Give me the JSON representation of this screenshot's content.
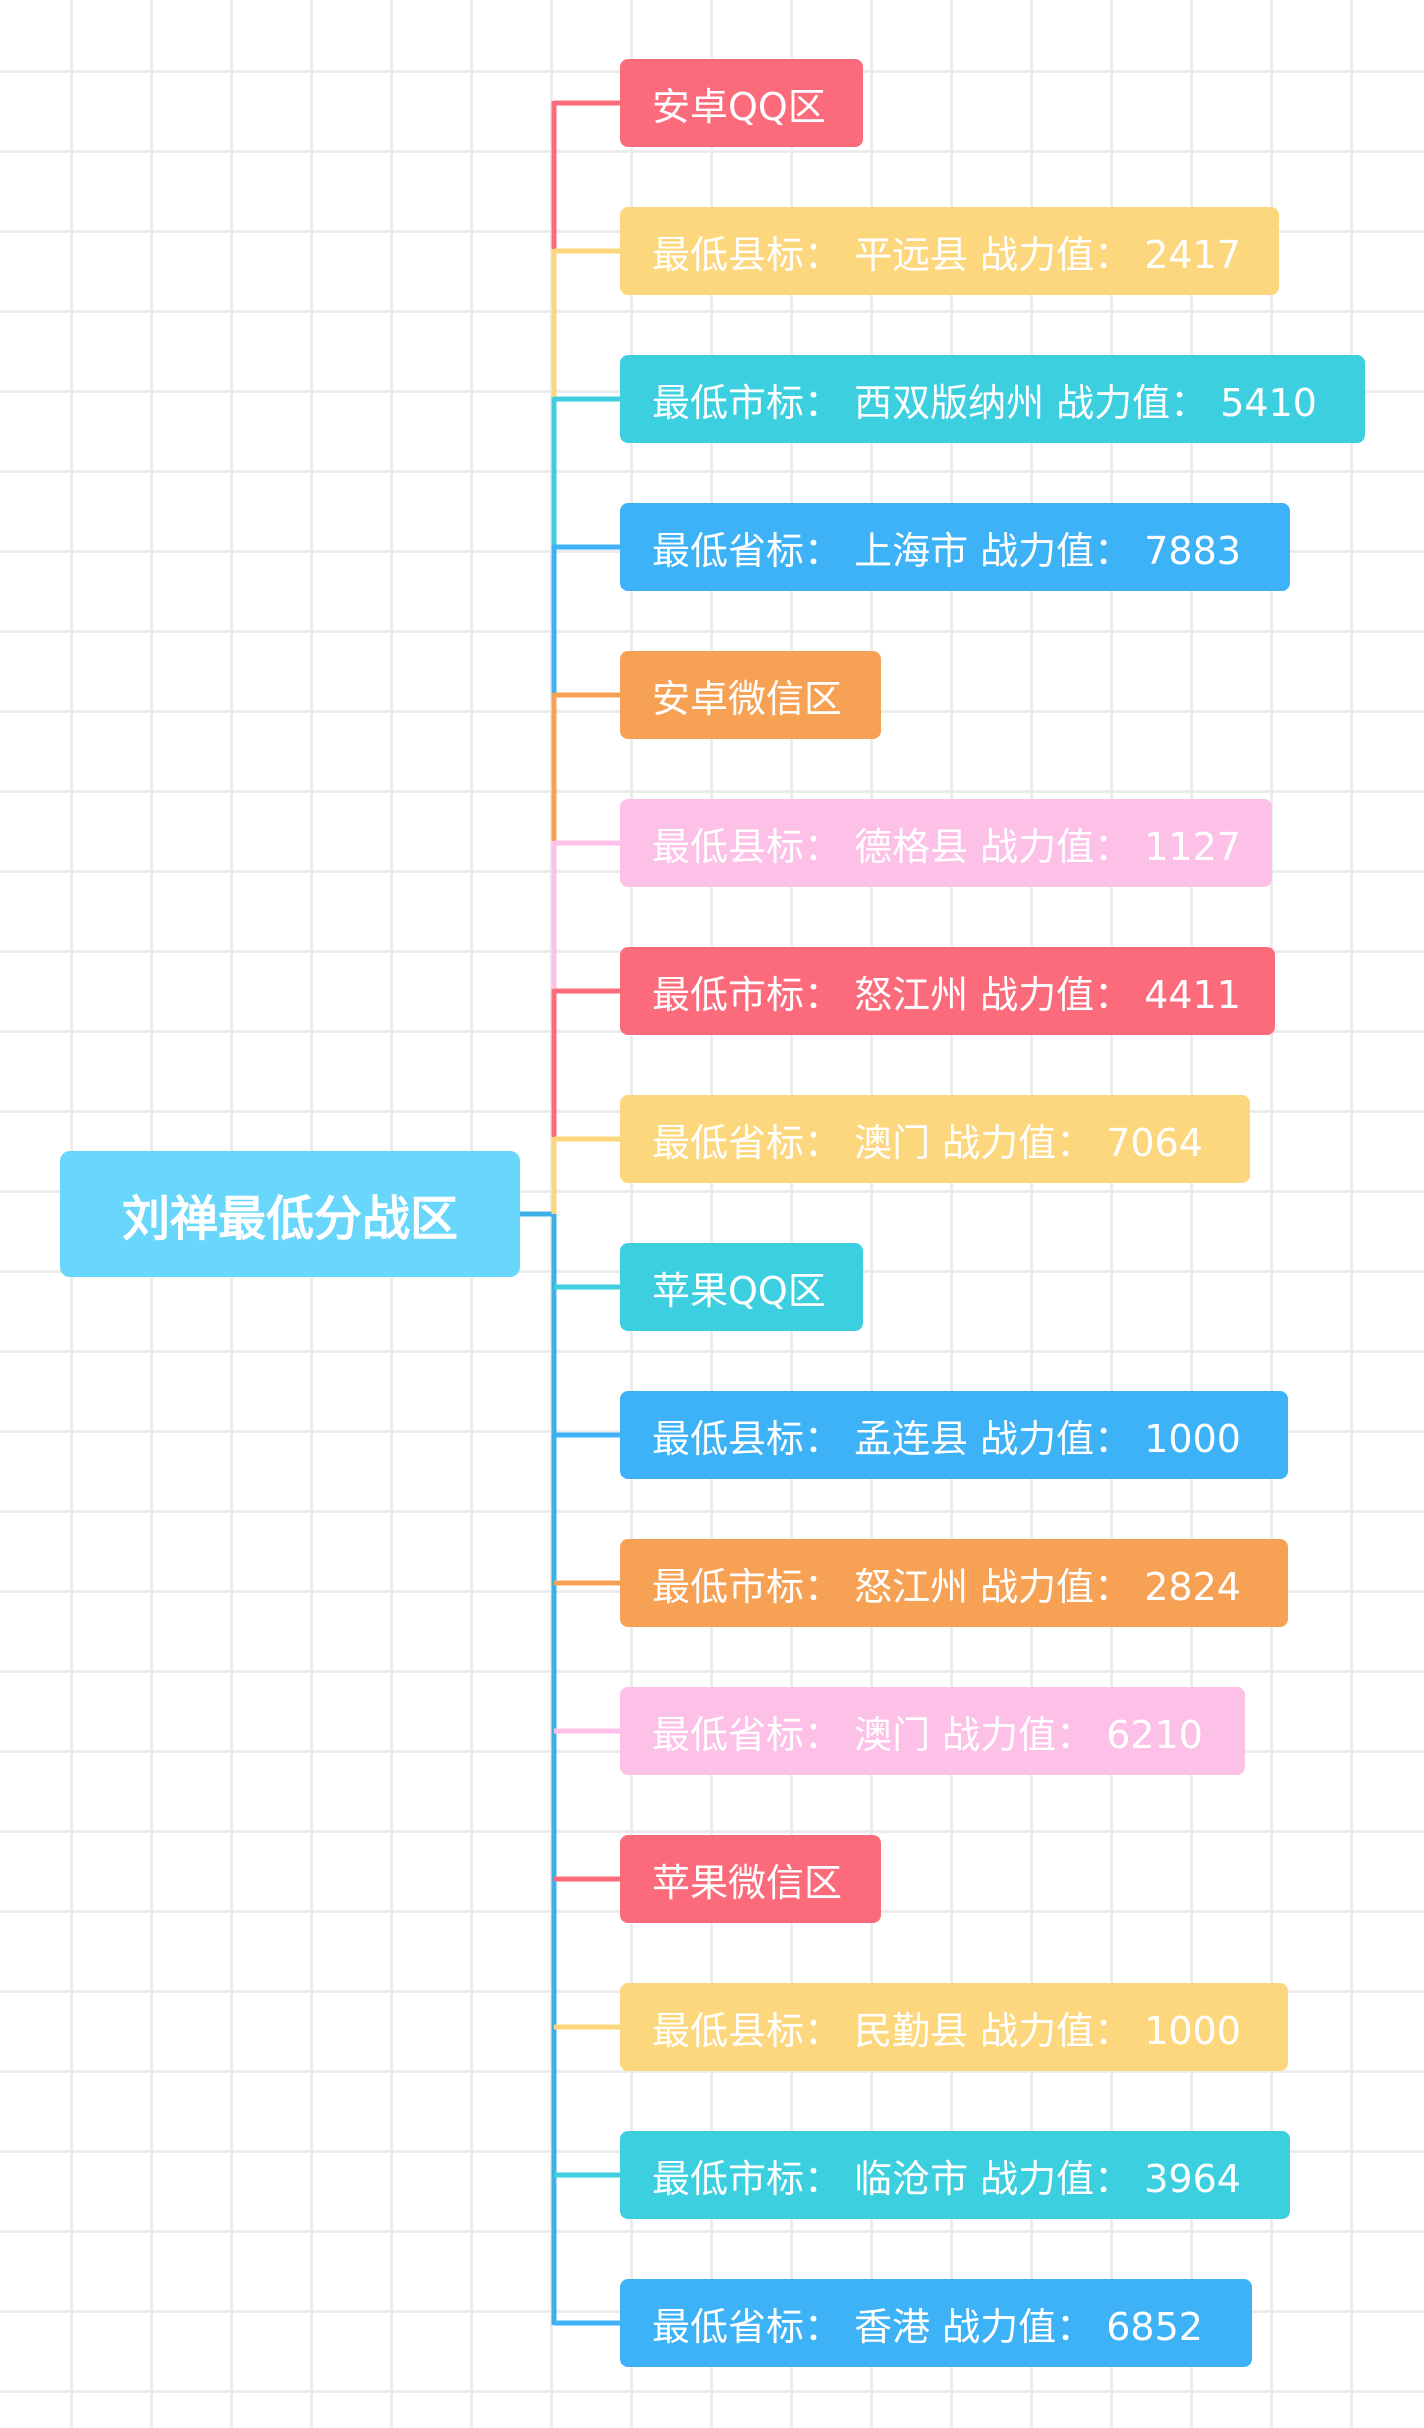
{
  "root": {
    "label": "刘禅最低分战区"
  },
  "colors": {
    "root": "#69d6fb",
    "trunk": "#3db1e6",
    "red": "#fb6b7c",
    "yellow": "#fcd77e",
    "cyan": "#3bcfe0",
    "blue": "#3db2f6",
    "orange": "#f7a154",
    "pink": "#fdc0e6"
  },
  "nodes": [
    {
      "label": "安卓QQ区",
      "color": "red"
    },
    {
      "label": "最低县标：  平远县 战力值：  2417",
      "color": "yellow"
    },
    {
      "label": "最低市标：  西双版纳州 战力值：  5410",
      "color": "cyan"
    },
    {
      "label": "最低省标：  上海市 战力值：  7883",
      "color": "blue"
    },
    {
      "label": "安卓微信区",
      "color": "orange"
    },
    {
      "label": "最低县标：  德格县 战力值：  1127",
      "color": "pink"
    },
    {
      "label": "最低市标：  怒江州 战力值：  4411",
      "color": "red"
    },
    {
      "label": "最低省标：  澳门 战力值：  7064",
      "color": "yellow"
    },
    {
      "label": "苹果QQ区",
      "color": "cyan"
    },
    {
      "label": "最低县标：  孟连县 战力值：  1000",
      "color": "blue"
    },
    {
      "label": "最低市标：  怒江州 战力值：  2824",
      "color": "orange"
    },
    {
      "label": "最低省标：  澳门 战力值：  6210",
      "color": "pink"
    },
    {
      "label": "苹果微信区",
      "color": "red"
    },
    {
      "label": "最低县标：  民勤县 战力值：  1000",
      "color": "yellow"
    },
    {
      "label": "最低市标：  临沧市 战力值：  3964",
      "color": "cyan"
    },
    {
      "label": "最低省标：  香港 战力值：  6852",
      "color": "blue"
    }
  ]
}
